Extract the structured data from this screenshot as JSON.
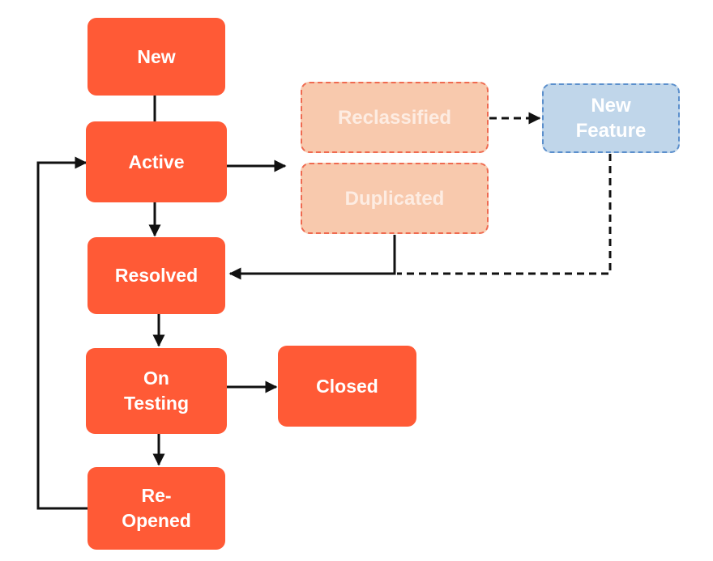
{
  "nodes": {
    "new": "New",
    "active": "Active",
    "resolved": "Resolved",
    "on_testing": "On\nTesting",
    "reopened": "Re-\nOpened",
    "closed": "Closed",
    "reclassified": "Reclassified",
    "duplicated": "Duplicated",
    "new_feature": "New\nFeature"
  },
  "colors": {
    "primary_state": "#ff5a36",
    "alternate_state": "#f8c9ad",
    "alternate_border": "#ef6a50",
    "feature_state": "#c0d6ea",
    "feature_border": "#5b8fcc",
    "arrow": "#111111"
  }
}
